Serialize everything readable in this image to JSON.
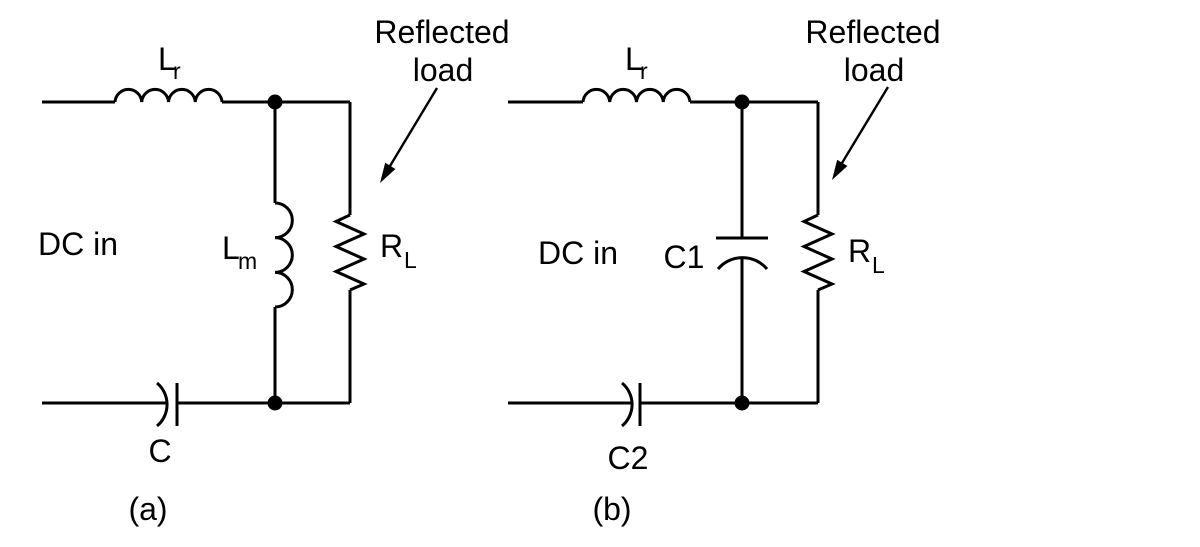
{
  "figure": {
    "type": "circuit-schematic",
    "background_color": "#ffffff",
    "line_color": "#000000",
    "circuits": [
      {
        "caption": "(a)",
        "input_label": "DC in",
        "series_inductor": {
          "base": "L",
          "sub": "r"
        },
        "shunt_inductor": {
          "base": "L",
          "sub": "m"
        },
        "load_resistor": {
          "base": "R",
          "sub": "L"
        },
        "dc_block_capacitor": "C",
        "annotation_line1": "Reflected",
        "annotation_line2": "load"
      },
      {
        "caption": "(b)",
        "input_label": "DC in",
        "series_inductor": {
          "base": "L",
          "sub": "r"
        },
        "shunt_capacitor": "C1",
        "load_resistor": {
          "base": "R",
          "sub": "L"
        },
        "dc_block_capacitor": "C2",
        "annotation_line1": "Reflected",
        "annotation_line2": "load"
      }
    ]
  }
}
